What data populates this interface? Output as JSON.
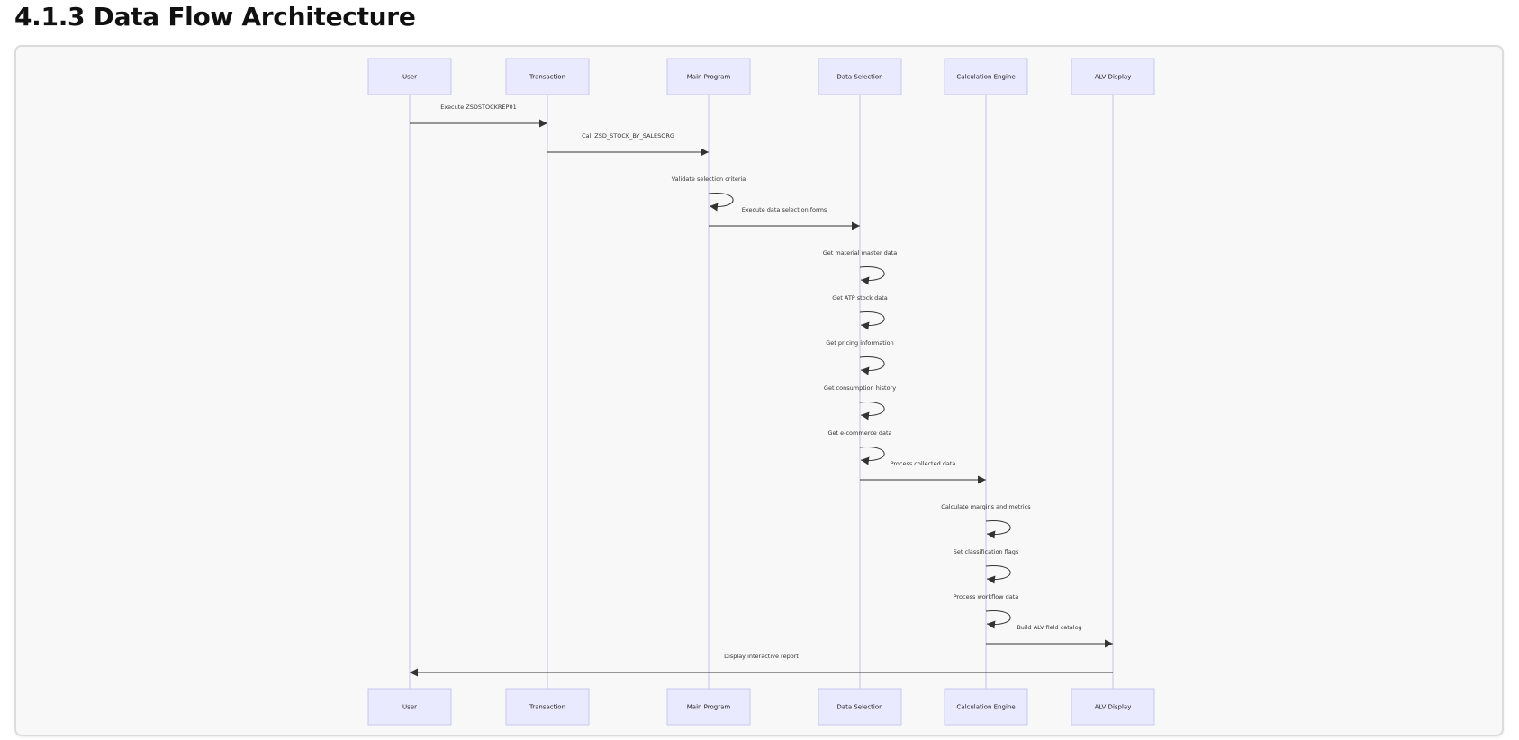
{
  "page": {
    "title": "4.1.3 Data Flow Architecture"
  },
  "diagram": {
    "type": "sequence",
    "colors": {
      "frame_bg": "#f8f8f8",
      "frame_border": "#dcdcdc",
      "actor_fill": "#eaeaff",
      "actor_stroke": "#c8c8ef",
      "lifeline": "#cbbfe8",
      "arrow": "#333333"
    },
    "participants": [
      {
        "id": "user",
        "label": "User"
      },
      {
        "id": "txn",
        "label": "Transaction"
      },
      {
        "id": "main",
        "label": "Main Program"
      },
      {
        "id": "data",
        "label": "Data Selection"
      },
      {
        "id": "calc",
        "label": "Calculation Engine"
      },
      {
        "id": "alv",
        "label": "ALV Display"
      }
    ],
    "messages": [
      {
        "from": "user",
        "to": "txn",
        "label": "Execute ZSDSTOCKREP01"
      },
      {
        "from": "txn",
        "to": "main",
        "label": "Call ZSD_STOCK_BY_SALESORG"
      },
      {
        "from": "main",
        "to": "main",
        "label": "Validate selection criteria"
      },
      {
        "from": "main",
        "to": "data",
        "label": "Execute data selection forms"
      },
      {
        "from": "data",
        "to": "data",
        "label": "Get material master data"
      },
      {
        "from": "data",
        "to": "data",
        "label": "Get ATP stock data"
      },
      {
        "from": "data",
        "to": "data",
        "label": "Get pricing information"
      },
      {
        "from": "data",
        "to": "data",
        "label": "Get consumption history"
      },
      {
        "from": "data",
        "to": "data",
        "label": "Get e-commerce data"
      },
      {
        "from": "data",
        "to": "calc",
        "label": "Process collected data"
      },
      {
        "from": "calc",
        "to": "calc",
        "label": "Calculate margins and metrics"
      },
      {
        "from": "calc",
        "to": "calc",
        "label": "Set classification flags"
      },
      {
        "from": "calc",
        "to": "calc",
        "label": "Process workflow data"
      },
      {
        "from": "calc",
        "to": "alv",
        "label": "Build ALV field catalog"
      },
      {
        "from": "alv",
        "to": "user",
        "label": "Display interactive report"
      }
    ]
  }
}
